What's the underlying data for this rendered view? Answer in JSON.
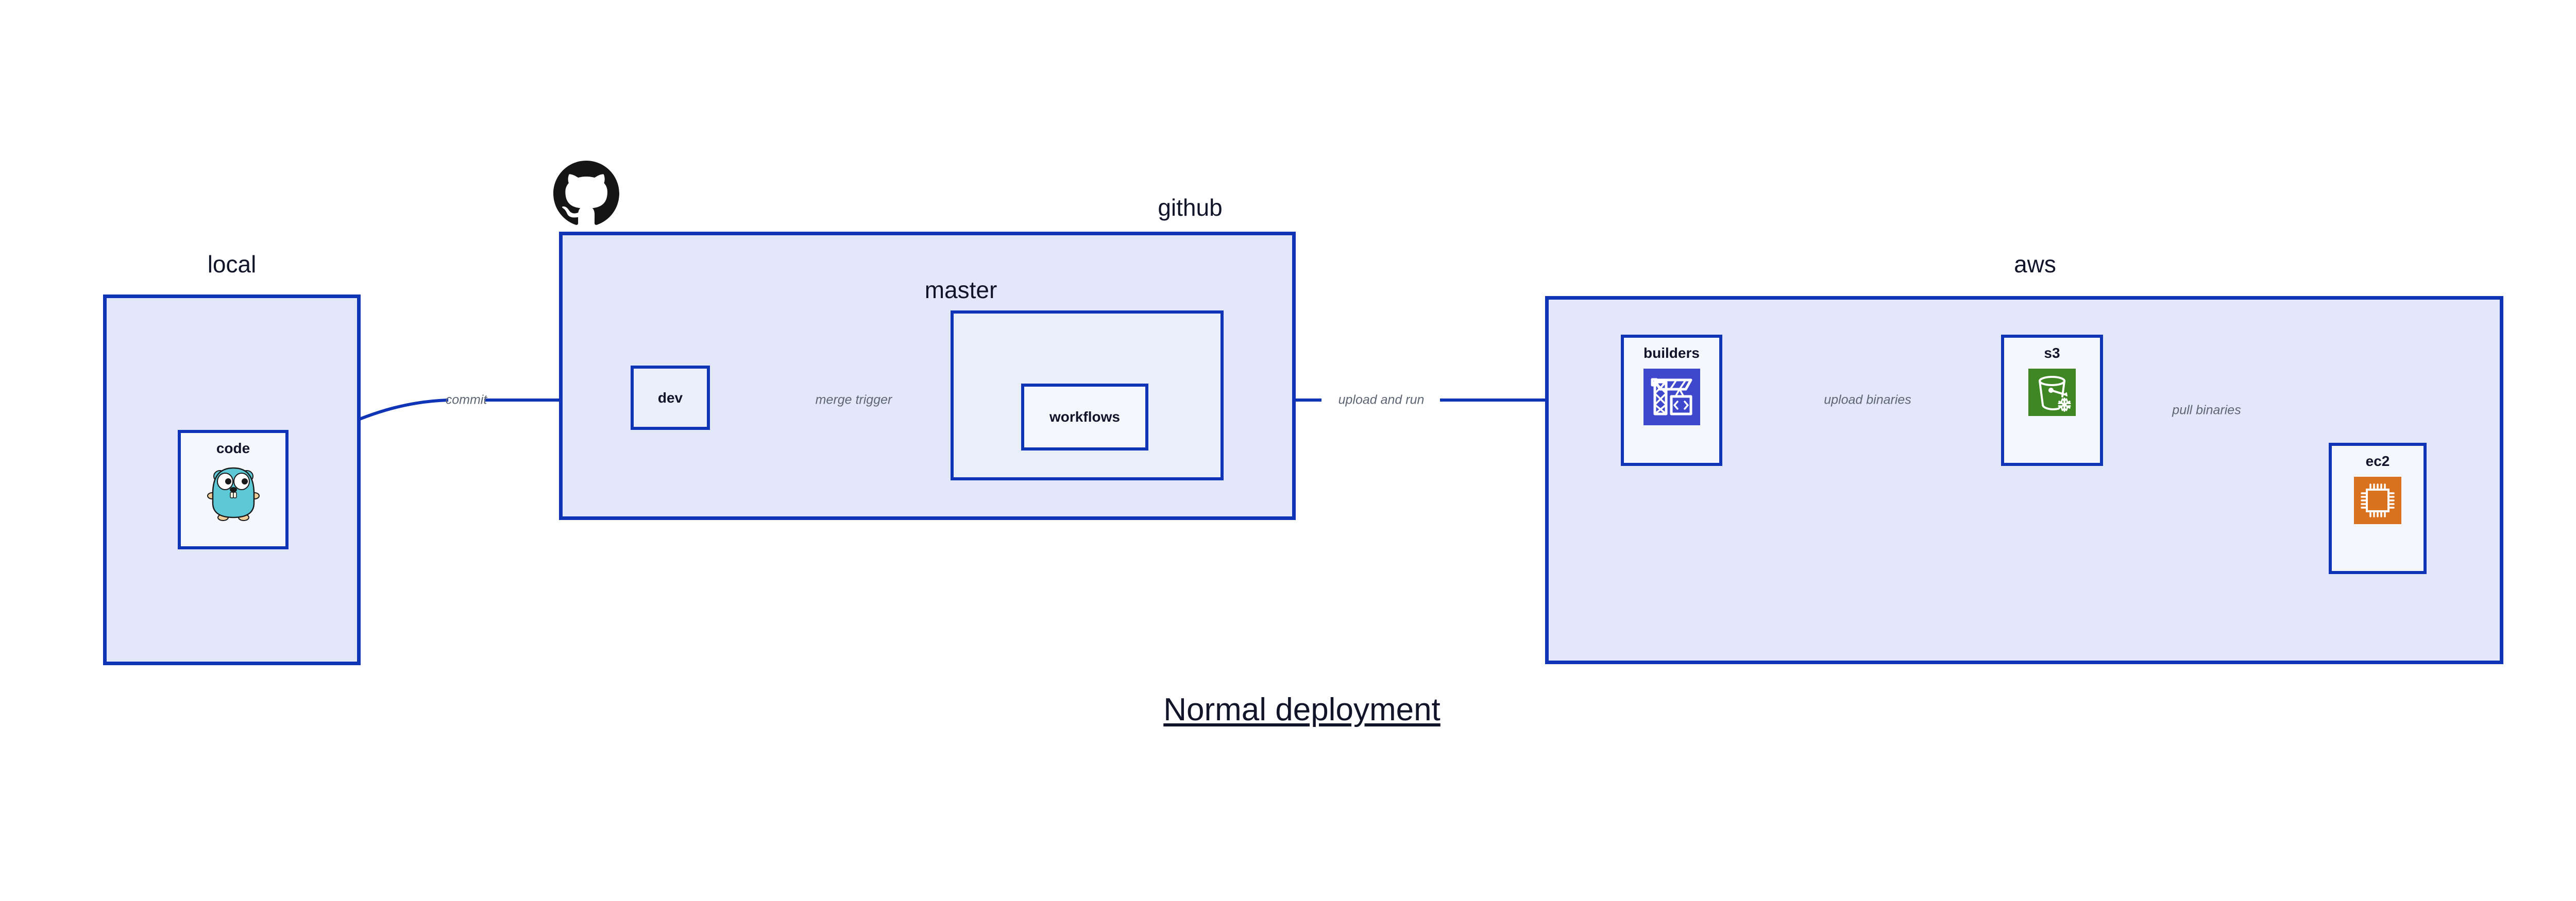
{
  "diagram": {
    "title": "Normal deployment",
    "palette": {
      "group_fill": "#e2e8fa",
      "group_fill_nested": "#e9eefb",
      "node_fill": "#eaeffb",
      "node_fill_pale": "#f5f7fd",
      "border": "#1034b6",
      "edge": "#1034b6",
      "label_text": "#12152a",
      "edge_label_text": "#5f6673",
      "codebuild_orange": "#3f48cc",
      "s3_green": "#3f8624",
      "ec2_orange": "#d9721e",
      "go_cyan": "#5dc9d7",
      "octocat_black": "#151515"
    },
    "groups": [
      {
        "id": "local",
        "label": "local"
      },
      {
        "id": "github",
        "label": "github"
      },
      {
        "id": "master",
        "label": "master"
      },
      {
        "id": "aws",
        "label": "aws"
      }
    ],
    "nodes": [
      {
        "id": "code",
        "label": "code",
        "icon": "go-gopher-icon"
      },
      {
        "id": "dev",
        "label": "dev",
        "icon": null
      },
      {
        "id": "workflows",
        "label": "workflows",
        "icon": null
      },
      {
        "id": "builders",
        "label": "builders",
        "icon": "aws-codebuild-icon"
      },
      {
        "id": "s3",
        "label": "s3",
        "icon": "aws-s3-bucket-icon"
      },
      {
        "id": "ec2",
        "label": "ec2",
        "icon": "aws-ec2-chip-icon"
      }
    ],
    "edges": [
      {
        "id": "commit",
        "from": "code",
        "to": "dev",
        "label": "commit"
      },
      {
        "id": "merge-trigger",
        "from": "dev",
        "to": "workflows",
        "label": "merge trigger"
      },
      {
        "id": "upload-and-run",
        "from": "workflows",
        "to": "builders",
        "label": "upload and run"
      },
      {
        "id": "upload-binaries",
        "from": "builders",
        "to": "s3",
        "label": "upload binaries"
      },
      {
        "id": "pull-binaries",
        "from": "s3",
        "to": "ec2",
        "label": "pull binaries"
      }
    ],
    "logos": [
      {
        "id": "github-logo",
        "icon": "github-octocat-icon"
      }
    ]
  }
}
